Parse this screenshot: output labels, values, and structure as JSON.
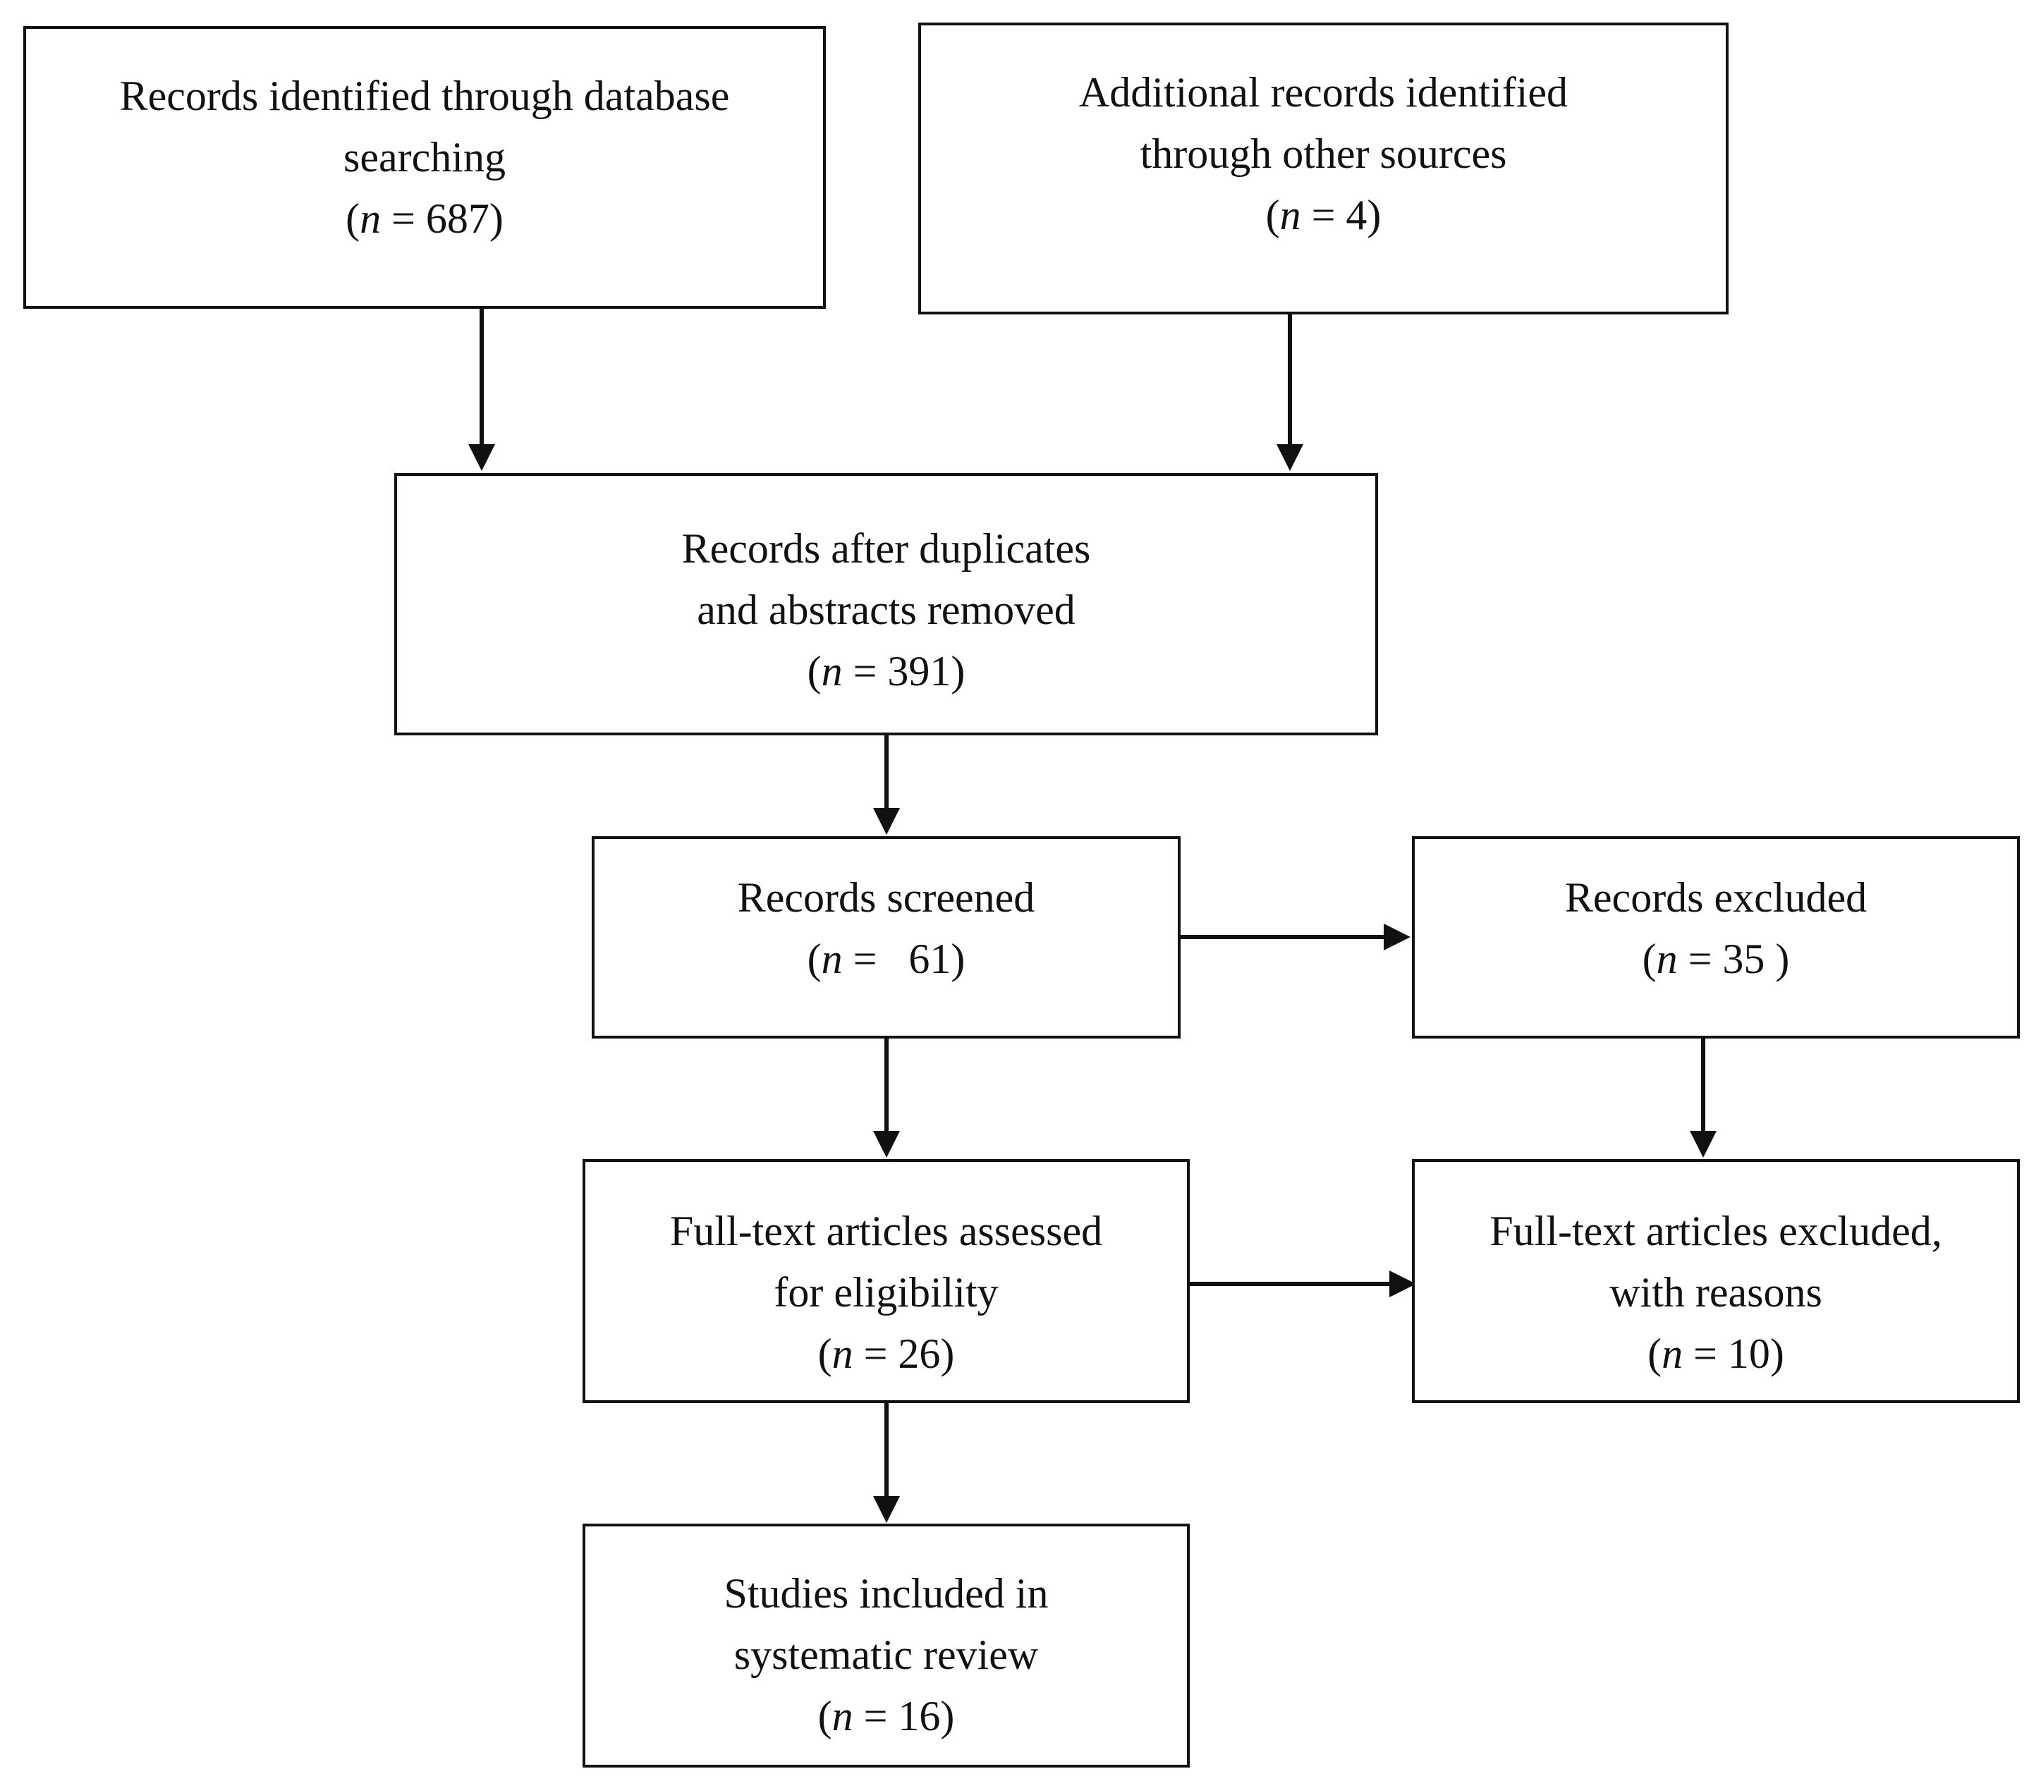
{
  "boxes": {
    "database": {
      "lines": [
        "Records identified through database",
        "searching"
      ],
      "count": "687"
    },
    "other_sources": {
      "lines": [
        "Additional records identified",
        "through other sources"
      ],
      "count": "4"
    },
    "after_duplicates": {
      "lines": [
        "Records after duplicates",
        "and abstracts removed"
      ],
      "count": "391"
    },
    "screened": {
      "lines": [
        "Records screened"
      ],
      "count": "  61"
    },
    "excluded": {
      "lines": [
        "Records excluded"
      ],
      "count": "35 "
    },
    "fulltext_assessed": {
      "lines": [
        "Full-text articles assessed",
        "for eligibility"
      ],
      "count": "26"
    },
    "fulltext_excluded": {
      "lines": [
        "Full-text articles excluded,",
        "with reasons"
      ],
      "count": "10"
    },
    "included": {
      "lines": [
        "Studies included in",
        "systematic review"
      ],
      "count": "16"
    }
  },
  "count_symbol": "n",
  "count_equals": " = ",
  "colors": {
    "stroke": "#111111",
    "background": "#ffffff"
  }
}
